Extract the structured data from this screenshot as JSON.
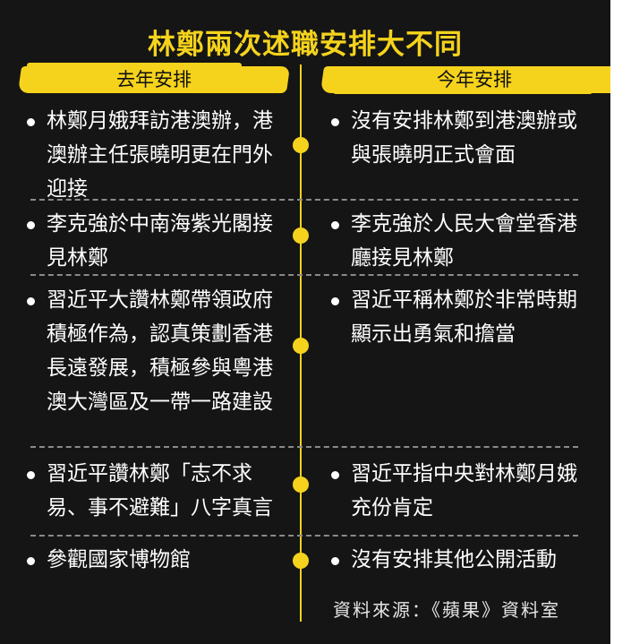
{
  "title": "林鄭兩次述職安排大不同",
  "columns": {
    "left_header": "去年安排",
    "right_header": "今年安排"
  },
  "rows": [
    {
      "left": "林鄭月娥拜訪港澳辦，港澳辦主任張曉明更在門外迎接",
      "right": "沒有安排林鄭到港澳辦或與張曉明正式會面"
    },
    {
      "left": "李克強於中南海紫光閣接見林鄭",
      "right": "李克強於人民大會堂香港廳接見林鄭"
    },
    {
      "left": "習近平大讚林鄭帶領政府積極作為，認真策劃香港長遠發展，積極參與粵港澳大灣區及一帶一路建設",
      "right": "習近平稱林鄭於非常時期顯示出勇氣和擔當"
    },
    {
      "left": "習近平讚林鄭「志不求易、事不避難」八字真言",
      "right": "習近平指中央對林鄭月娥充份肯定"
    },
    {
      "left": "參觀國家博物館",
      "right": "沒有安排其他公開活動"
    }
  ],
  "source": "資料來源：《蘋果》資料室",
  "colors": {
    "background": "#151515",
    "accent": "#f5d31c",
    "text": "#ffffff"
  }
}
